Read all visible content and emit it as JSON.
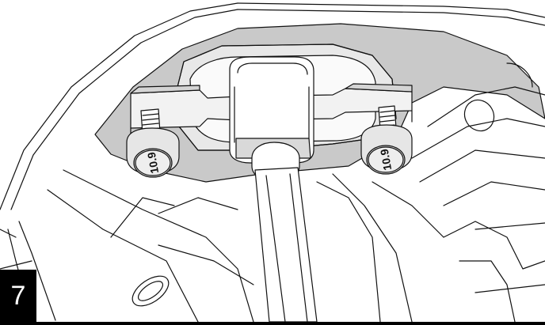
{
  "step": {
    "number": "7"
  },
  "bolts": [
    {
      "grade": "10.9"
    },
    {
      "grade": "10.9"
    }
  ],
  "colors": {
    "background": "#ffffff",
    "line": "#111111",
    "shade": "#c9c9c9",
    "light_shade": "#e6e6e6",
    "badge": "#000000",
    "badge_text": "#ffffff"
  }
}
